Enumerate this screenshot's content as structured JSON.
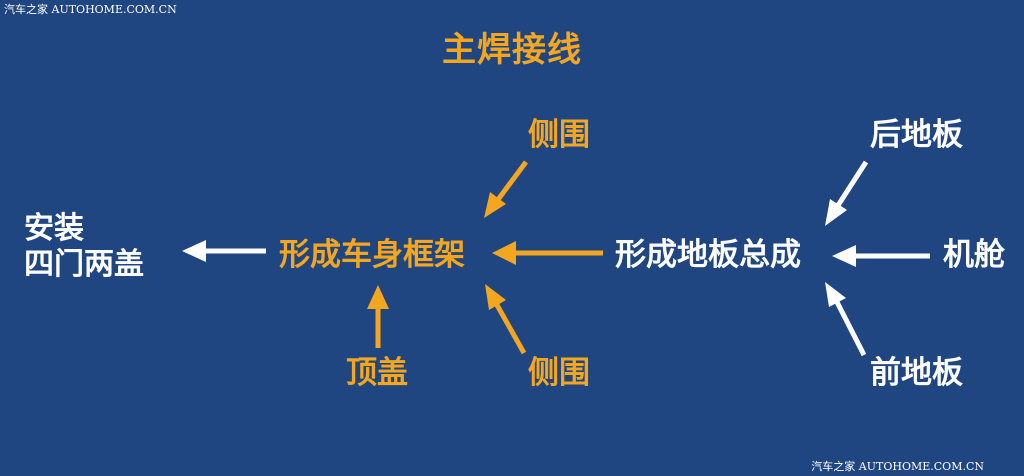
{
  "watermark": {
    "top": "汽车之家 AUTOHOME.COM.CN",
    "bottom": "汽车之家 AUTOHOME.COM.CN"
  },
  "title": "主焊接线",
  "nodes": {
    "final_line1": "安装",
    "final_line2": "四门两盖",
    "body_frame": "形成车身框架",
    "side_top": "侧围",
    "side_bottom": "侧围",
    "roof": "顶盖",
    "floor_assembly": "形成地板总成",
    "rear_floor": "后地板",
    "engine_bay": "机舱",
    "front_floor": "前地板"
  },
  "colors": {
    "background": "#1f4680",
    "orange": "#f4a61e",
    "white": "#ffffff"
  }
}
